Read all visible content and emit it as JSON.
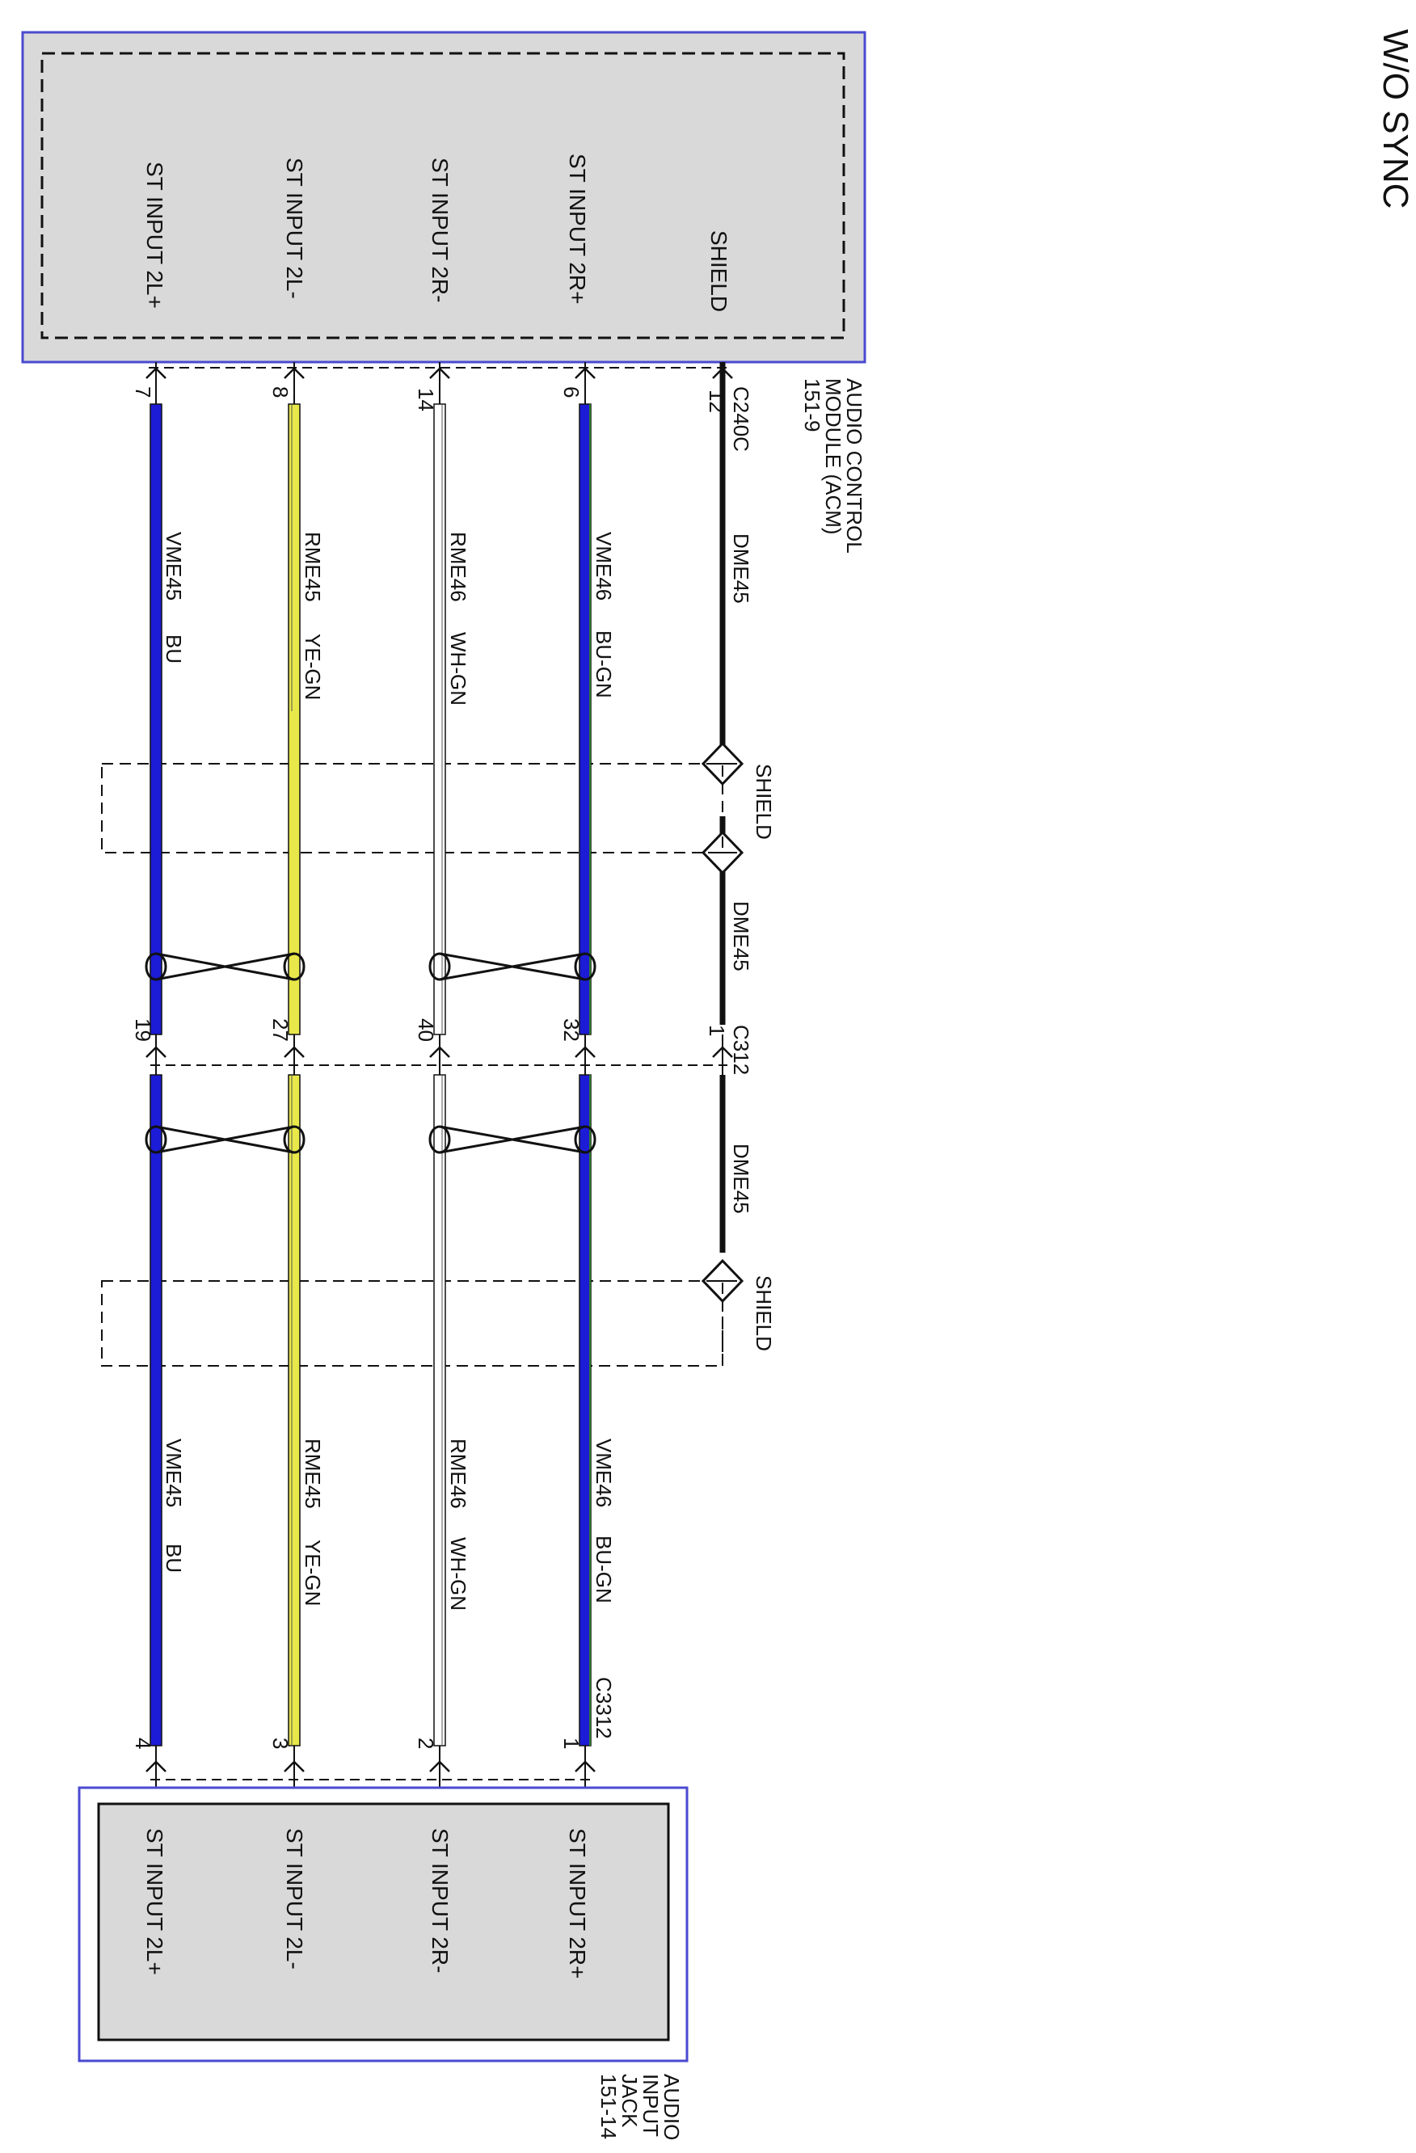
{
  "title": "W/O SYNC",
  "colors": {
    "blue": "#1c1cd6",
    "yellow": "#e8e84a",
    "white": "#ffffff",
    "black": "#111111",
    "module_fill": "#d9d9d9",
    "module_border": "#4a4ad0"
  },
  "modules": {
    "top": {
      "name": "AUDIO CONTROL MODULE (ACM)",
      "name_lines": [
        "AUDIO CONTROL",
        "MODULE (ACM)",
        "151-9"
      ],
      "connector": "C240C",
      "pins": [
        {
          "label": "SHIELD",
          "pin": "12"
        },
        {
          "label": "ST INPUT 2R+",
          "pin": "6"
        },
        {
          "label": "ST INPUT 2R-",
          "pin": "14"
        },
        {
          "label": "ST INPUT 2L-",
          "pin": "8"
        },
        {
          "label": "ST INPUT 2L+",
          "pin": "7"
        }
      ]
    },
    "bottom": {
      "name": "AUDIO INPUT JACK",
      "name_lines": [
        "AUDIO",
        "INPUT",
        "JACK",
        "151-14"
      ],
      "connector": "C3312",
      "pins": [
        {
          "label": "ST INPUT 2R+",
          "pin": "1"
        },
        {
          "label": "ST INPUT 2R-",
          "pin": "2"
        },
        {
          "label": "ST INPUT 2L-",
          "pin": "3"
        },
        {
          "label": "ST INPUT 2L+",
          "pin": "4"
        }
      ]
    }
  },
  "inline_connector": {
    "name": "C312",
    "pins": [
      "1",
      "32",
      "40",
      "27",
      "19"
    ]
  },
  "wires": [
    {
      "circuit": "DME45",
      "color_code": "",
      "color": "black"
    },
    {
      "circuit": "VME46",
      "color_code": "BU-GN",
      "color": "blue"
    },
    {
      "circuit": "RME46",
      "color_code": "WH-GN",
      "color": "white"
    },
    {
      "circuit": "RME45",
      "color_code": "YE-GN",
      "color": "yellow"
    },
    {
      "circuit": "VME45",
      "color_code": "BU",
      "color": "blue"
    }
  ],
  "shield_label": "SHIELD",
  "shield_circuit": "DME45"
}
